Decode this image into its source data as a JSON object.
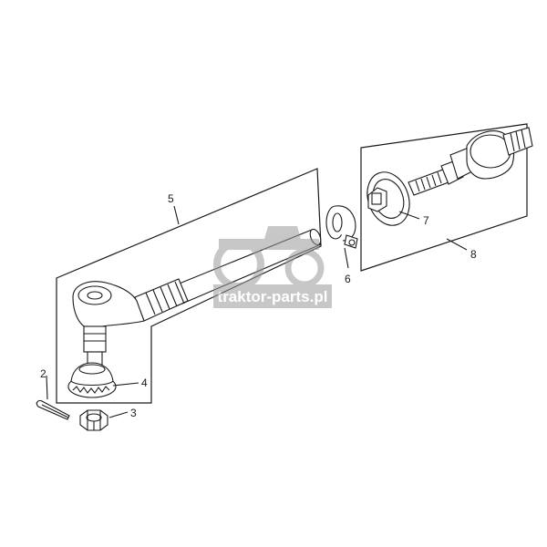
{
  "callouts": [
    {
      "id": "2",
      "text": "2"
    },
    {
      "id": "3",
      "text": "3"
    },
    {
      "id": "4",
      "text": "4"
    },
    {
      "id": "5",
      "text": "5"
    },
    {
      "id": "6",
      "text": "6"
    },
    {
      "id": "7",
      "text": "7"
    },
    {
      "id": "8",
      "text": "8"
    }
  ],
  "watermark": {
    "text": "traktor-parts.pl",
    "color": "#9a9a9a"
  }
}
